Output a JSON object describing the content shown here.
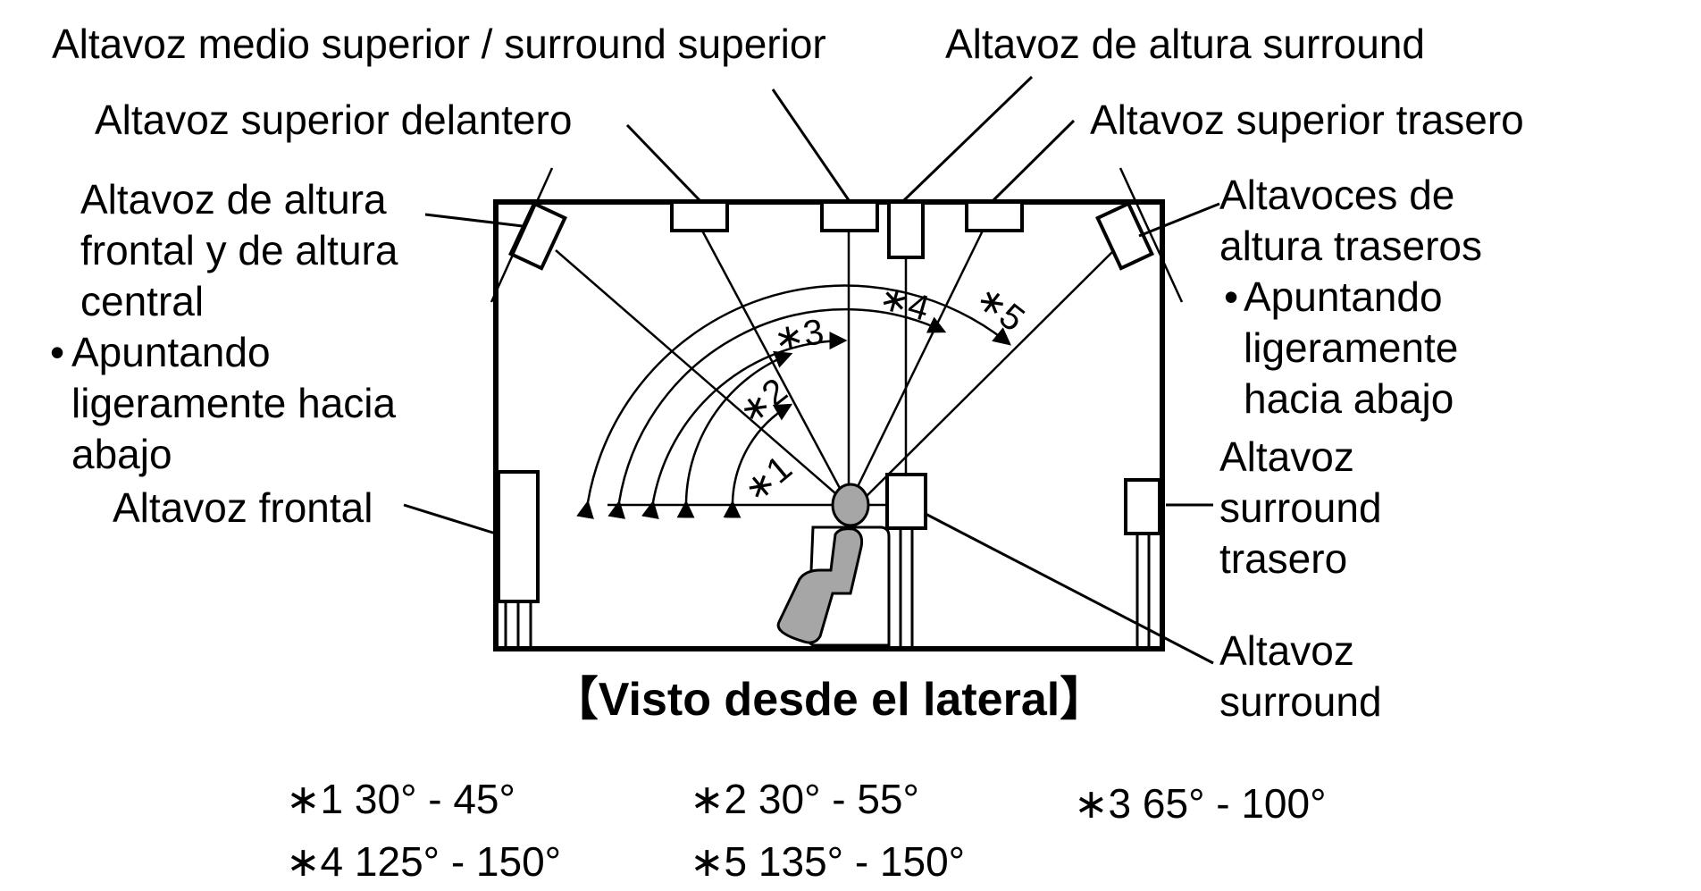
{
  "labels": {
    "top_middle": "Altavoz medio superior / surround superior",
    "surround_height": "Altavoz de altura surround",
    "top_front": "Altavoz superior delantero",
    "top_rear": "Altavoz superior trasero",
    "front_height_l1": "Altavoz de altura",
    "front_height_l2": "frontal y de altura",
    "front_height_l3": "central",
    "front_note_bullet": "•",
    "front_note_l1": "Apuntando",
    "front_note_l2": "ligeramente hacia",
    "front_note_l3": "abajo",
    "rear_height_l1": "Altavoces de",
    "rear_height_l2": "altura traseros",
    "rear_note_bullet": "•",
    "rear_note_l1": "Apuntando",
    "rear_note_l2": "ligeramente",
    "rear_note_l3": "hacia abajo",
    "front": "Altavoz frontal",
    "surround_back_l1": "Altavoz",
    "surround_back_l2": "surround",
    "surround_back_l3": "trasero",
    "surround_l1": "Altavoz",
    "surround_l2": "surround"
  },
  "caption": "【Visto desde el lateral】",
  "angle_markers": {
    "a1": "∗1",
    "a2": "∗2",
    "a3": "∗3",
    "a4": "∗4",
    "a5": "∗5"
  },
  "notes": {
    "n1": "∗1 30° - 45°",
    "n2": "∗2 30° - 55°",
    "n3": "∗3 65° - 100°",
    "n4": "∗4 125° - 150°",
    "n5": "∗5 135° - 150°"
  }
}
